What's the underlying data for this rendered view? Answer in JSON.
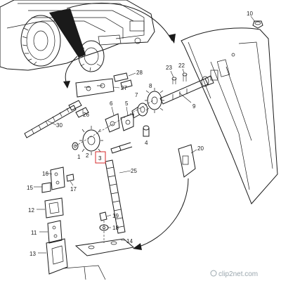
{
  "callouts": [
    {
      "id": "c10",
      "text": "10"
    },
    {
      "id": "c23",
      "text": "23"
    },
    {
      "id": "c22",
      "text": "22"
    },
    {
      "id": "c28",
      "text": "28"
    },
    {
      "id": "c27",
      "text": "27"
    },
    {
      "id": "c26",
      "text": "26"
    },
    {
      "id": "c30",
      "text": "30"
    },
    {
      "id": "c6",
      "text": "6"
    },
    {
      "id": "c5",
      "text": "5"
    },
    {
      "id": "c7",
      "text": "7"
    },
    {
      "id": "c8",
      "text": "8"
    },
    {
      "id": "c9",
      "text": "9"
    },
    {
      "id": "c4",
      "text": "4"
    },
    {
      "id": "c2",
      "text": "2"
    },
    {
      "id": "c1",
      "text": "1"
    },
    {
      "id": "c3",
      "text": "3"
    },
    {
      "id": "c20",
      "text": "20"
    },
    {
      "id": "c25",
      "text": "25"
    },
    {
      "id": "c16",
      "text": "16"
    },
    {
      "id": "c17",
      "text": "17"
    },
    {
      "id": "c15",
      "text": "15"
    },
    {
      "id": "c12",
      "text": "12"
    },
    {
      "id": "c11",
      "text": "11"
    },
    {
      "id": "c13",
      "text": "13"
    },
    {
      "id": "c19",
      "text": "19"
    },
    {
      "id": "c18",
      "text": "18"
    },
    {
      "id": "c14",
      "text": "14"
    }
  ],
  "highlighted_callout": "3",
  "colors": {
    "line": "#1a1a1a",
    "highlight": "#d6282b",
    "watermark": "#9aa6ad"
  },
  "watermark": {
    "brand": "clip2net",
    "suffix": ".com"
  }
}
